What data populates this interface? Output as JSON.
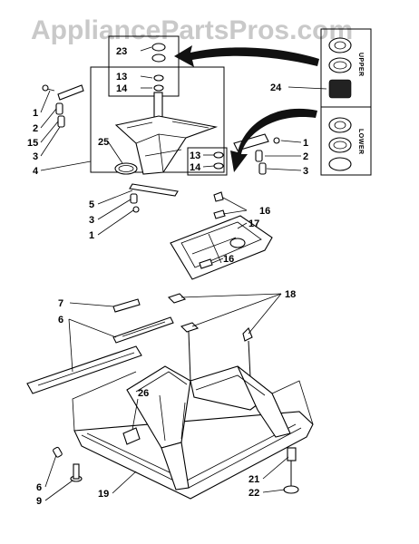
{
  "watermark": "AppliancePartsPros.com",
  "kit_labels": {
    "upper": "UPPER",
    "lower": "LOWER"
  },
  "callouts": {
    "c23": "23",
    "c13a": "13",
    "c14a": "14",
    "c24": "24",
    "c1a": "1",
    "c2a": "2",
    "c15": "15",
    "c3a": "3",
    "c4": "4",
    "c25": "25",
    "c13b": "13",
    "c14b": "14",
    "c1b": "1",
    "c2b": "2",
    "c3b": "3",
    "c5": "5",
    "c3c": "3",
    "c1c": "1",
    "c16a": "16",
    "c17": "17",
    "c16b": "16",
    "c7": "7",
    "c6a": "6",
    "c18": "18",
    "c26": "26",
    "c6b": "6",
    "c9": "9",
    "c19": "19",
    "c21": "21",
    "c22": "22"
  }
}
